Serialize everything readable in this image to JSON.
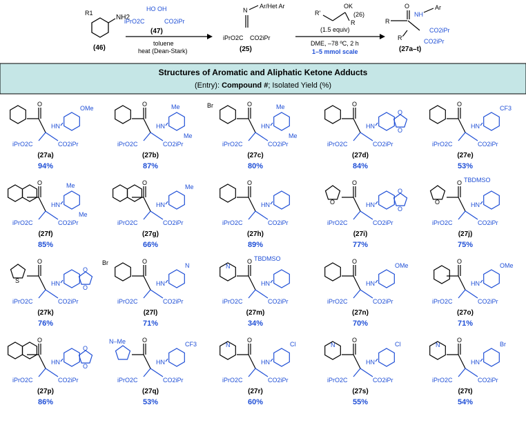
{
  "scheme": {
    "reagent_46_label": "(46)",
    "reagent_46_subst": "R1",
    "reagent_46_group": "NH2",
    "reagent_47_top": "HO  OH",
    "reagent_47_left": "iPrO2C",
    "reagent_47_right": "CO2iPr",
    "reagent_47_label": "(47)",
    "step1_cond1": "toluene",
    "step1_cond2": "heat (Dean-Stark)",
    "imine_label": "(25)",
    "imine_subst": "N",
    "imine_ar": "Ar/Het Ar",
    "imine_left": "iPrO2C",
    "imine_right": "CO2iPr",
    "enolate_ok": "OK",
    "enolate_label": "(26)",
    "enolate_r1": "R'",
    "enolate_r": "R",
    "step2_equiv": "(1.5 equiv)",
    "step2_cond": "DME, –78 ºC, 2 h",
    "step2_scale": "1–5 mmol scale",
    "product_nh": "NH",
    "product_ar": "Ar",
    "product_r": "R",
    "product_r1": "R'",
    "product_ester1": "CO2iPr",
    "product_ester2": "CO2iPr",
    "product_label": "(27a–t)"
  },
  "banner": {
    "title": "Structures of Aromatic and Aliphatic Ketone Adducts",
    "subtitle_prefix": "(Entry): ",
    "subtitle_bold": "Compound #",
    "subtitle_suffix": "; Isolated Yield (%)"
  },
  "entries": [
    {
      "id": "(27a)",
      "yield": "94%",
      "ketone": "phenyl",
      "amine": "OMe",
      "row": 0,
      "col": 0
    },
    {
      "id": "(27b)",
      "yield": "87%",
      "ketone": "phenyl",
      "amine": "Me Me",
      "row": 0,
      "col": 1
    },
    {
      "id": "(27c)",
      "yield": "80%",
      "ketone": "Br-phenyl",
      "amine": "Me Me",
      "row": 0,
      "col": 2
    },
    {
      "id": "(27d)",
      "yield": "84%",
      "ketone": "phenyl",
      "amine": "benzodioxole",
      "row": 0,
      "col": 3
    },
    {
      "id": "(27e)",
      "yield": "53%",
      "ketone": "phenyl",
      "amine": "CF3",
      "row": 0,
      "col": 4
    },
    {
      "id": "(27f)",
      "yield": "85%",
      "ketone": "2-naphthyl",
      "amine": "Me Me",
      "row": 1,
      "col": 0
    },
    {
      "id": "(27g)",
      "yield": "66%",
      "ketone": "1-naphthyl",
      "amine": "Me",
      "row": 1,
      "col": 1
    },
    {
      "id": "(27h)",
      "yield": "89%",
      "ketone": "phenyl",
      "amine": "phenyl",
      "row": 1,
      "col": 2
    },
    {
      "id": "(27i)",
      "yield": "77%",
      "ketone": "2-furyl",
      "amine": "benzodioxole",
      "row": 1,
      "col": 3
    },
    {
      "id": "(27j)",
      "yield": "75%",
      "ketone": "2-furyl",
      "amine": "TBDMSO",
      "row": 1,
      "col": 4
    },
    {
      "id": "(27k)",
      "yield": "76%",
      "ketone": "2-thienyl",
      "amine": "benzodioxole",
      "row": 2,
      "col": 0
    },
    {
      "id": "(27l)",
      "yield": "71%",
      "ketone": "Br-phenyl",
      "amine": "3-pyridyl",
      "row": 2,
      "col": 1
    },
    {
      "id": "(27m)",
      "yield": "34%",
      "ketone": "4-pyridyl",
      "amine": "TBDMSO",
      "row": 2,
      "col": 2
    },
    {
      "id": "(27n)",
      "yield": "70%",
      "ketone": "phenyl",
      "amine": "OMe",
      "row": 2,
      "col": 3
    },
    {
      "id": "(27o)",
      "yield": "71%",
      "ketone": "cyclohexanone",
      "amine": "OMe",
      "row": 2,
      "col": 4
    },
    {
      "id": "(27p)",
      "yield": "86%",
      "ketone": "tetralone",
      "amine": "benzodioxole",
      "row": 3,
      "col": 0
    },
    {
      "id": "(27q)",
      "yield": "53%",
      "ketone": "N-Me-pyrrole",
      "amine": "CF3",
      "row": 3,
      "col": 1
    },
    {
      "id": "(27r)",
      "yield": "60%",
      "ketone": "3-pyridyl",
      "amine": "Cl",
      "row": 3,
      "col": 2
    },
    {
      "id": "(27s)",
      "yield": "55%",
      "ketone": "2-pyridyl",
      "amine": "Cl",
      "row": 3,
      "col": 3
    },
    {
      "id": "(27t)",
      "yield": "54%",
      "ketone": "3-pyridyl",
      "amine": "Br",
      "row": 3,
      "col": 4
    }
  ],
  "labels": {
    "nh": "HN",
    "ester_left": "iPrO2C",
    "ester_right": "CO2iPr",
    "me": "Me",
    "tbdmso": "TBDMSO",
    "br": "Br",
    "cl": "Cl",
    "cf3": "CF3",
    "ome": "OMe",
    "o": "O",
    "n": "N",
    "s": "S",
    "nme": "N–Me"
  },
  "colors": {
    "blue": "#1f4fd6",
    "banner": "#c5e6e6",
    "banner_border": "#000000",
    "black": "#000000"
  }
}
